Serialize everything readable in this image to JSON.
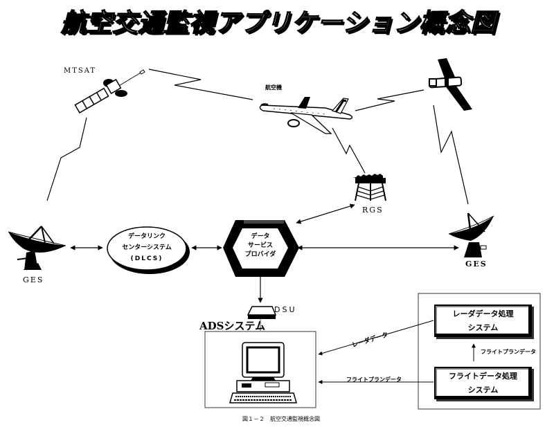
{
  "title": "航空交通監視アプリケーション概念図",
  "caption": "図１－２　航空交通監視概念図",
  "nodes": {
    "mtsat": {
      "label": "MTSAT"
    },
    "aircraft": {
      "label": "航空機"
    },
    "satellite_right": {
      "label": ""
    },
    "rgs": {
      "label": "RGS"
    },
    "ges_left": {
      "label": "GES"
    },
    "ges_right": {
      "label": "GES"
    },
    "dlcs": {
      "line1": "データリンク",
      "line2": "センターシステム",
      "line3": "(DLCS)"
    },
    "dsp": {
      "line1": "データ",
      "line2": "サービス",
      "line3": "プロバイダ"
    },
    "dsu": {
      "label": "DSU"
    },
    "ads": {
      "label": "ADSシステム"
    },
    "radar_proc": {
      "line1": "レーダデータ処理",
      "line2": "システム"
    },
    "flight_proc": {
      "line1": "フライトデータ処理",
      "line2": "システム"
    }
  },
  "flows": {
    "radar_data": "レーダデータ",
    "flight_plan_to_ads": "フライトプランデータ",
    "flight_plan_to_radar": "フライトプランデータ"
  },
  "colors": {
    "ink": "#000000",
    "paper": "#ffffff",
    "gray": "#888888"
  }
}
